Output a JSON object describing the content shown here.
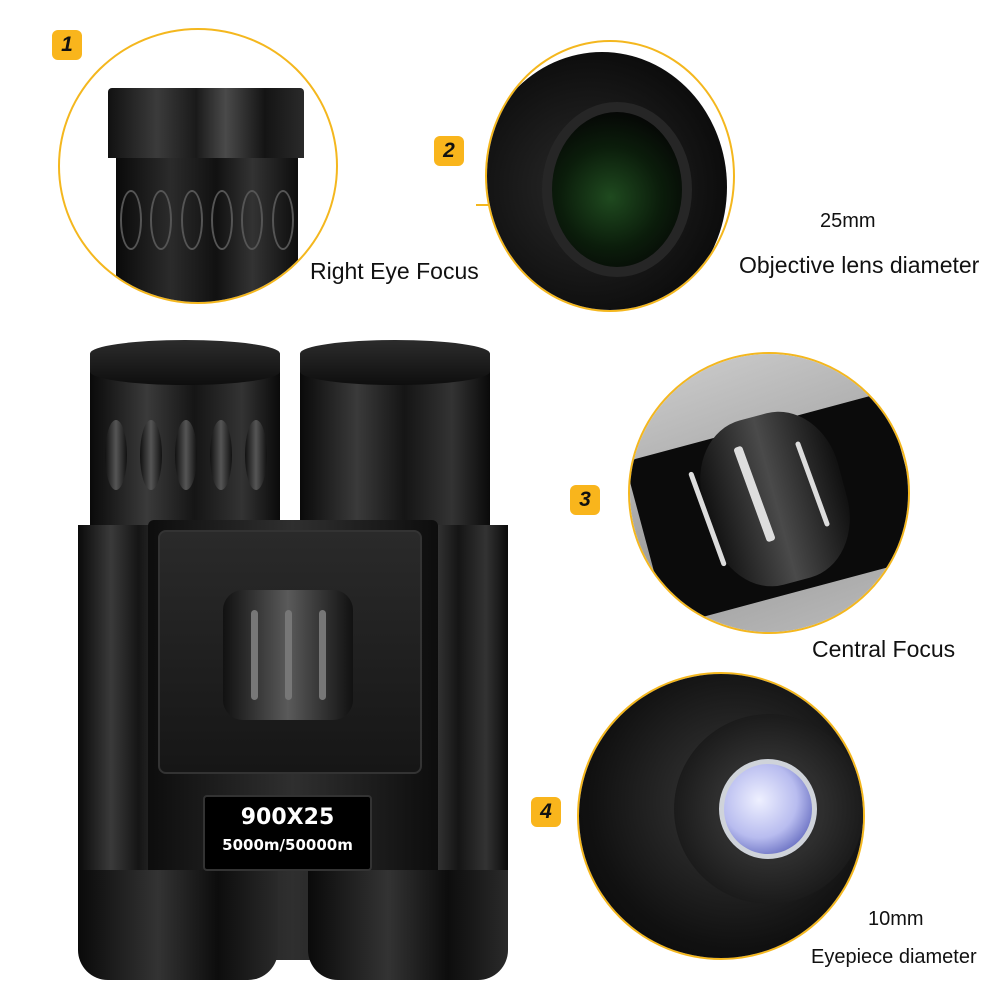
{
  "callouts": [
    {
      "number": "1",
      "title": "Right Eye Focus",
      "subtitle": ""
    },
    {
      "number": "2",
      "title": "Objective lens diameter",
      "subtitle": "25mm"
    },
    {
      "number": "3",
      "title": "Central Focus",
      "subtitle": ""
    },
    {
      "number": "4",
      "title": "Eyepiece diameter",
      "subtitle": "10mm"
    }
  ],
  "product": {
    "magnification": "900X25",
    "range": "5000m/50000m"
  },
  "colors": {
    "badge": "#f9b51c",
    "circle_border": "#f4b71e",
    "text": "#111111"
  }
}
